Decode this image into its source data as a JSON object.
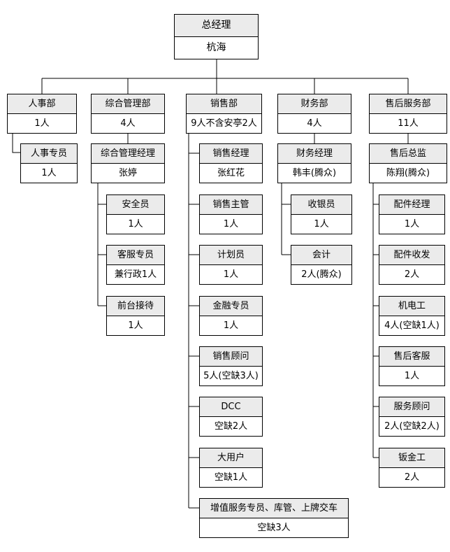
{
  "org": {
    "root": {
      "title": "总经理",
      "value": "杭海"
    },
    "departments": [
      {
        "title": "人事部",
        "value": "1人",
        "children": [
          {
            "title": "人事专员",
            "value": "1人"
          }
        ]
      },
      {
        "title": "综合管理部",
        "value": "4人",
        "children": [
          {
            "title": "综合管理经理",
            "value": "张婷",
            "children": [
              {
                "title": "安全员",
                "value": "1人"
              },
              {
                "title": "客服专员",
                "value": "兼行政1人"
              },
              {
                "title": "前台接待",
                "value": "1人"
              }
            ]
          }
        ]
      },
      {
        "title": "销售部",
        "value": "9人不含安亭2人",
        "children": [
          {
            "title": "销售经理",
            "value": "张红花"
          },
          {
            "title": "销售主管",
            "value": "1人"
          },
          {
            "title": "计划员",
            "value": "1人"
          },
          {
            "title": "金融专员",
            "value": "1人"
          },
          {
            "title": "销售顾问",
            "value": "5人(空缺3人)"
          },
          {
            "title": "DCC",
            "value": "空缺2人"
          },
          {
            "title": "大用户",
            "value": "空缺1人"
          },
          {
            "title": "增值服务专员、库管、上牌交车",
            "value": "空缺3人"
          }
        ]
      },
      {
        "title": "财务部",
        "value": "4人",
        "children": [
          {
            "title": "财务经理",
            "value": "韩丰(腾众)",
            "children": [
              {
                "title": "收银员",
                "value": "1人"
              },
              {
                "title": "会计",
                "value": "2人(腾众)"
              }
            ]
          }
        ]
      },
      {
        "title": "售后服务部",
        "value": "11人",
        "children": [
          {
            "title": "售后总监",
            "value": "陈翔(腾众)",
            "children": [
              {
                "title": "配件经理",
                "value": "1人"
              },
              {
                "title": "配件收发",
                "value": "2人"
              },
              {
                "title": "机电工",
                "value": "4人(空缺1人)"
              },
              {
                "title": "售后客服",
                "value": "1人"
              },
              {
                "title": "服务顾问",
                "value": "2人(空缺2人)"
              },
              {
                "title": "钣金工",
                "value": "2人"
              }
            ]
          }
        ]
      }
    ],
    "colors": {
      "header_bg": "#ebebeb",
      "box_bg": "#ffffff",
      "border": "#000000",
      "text": "#000000"
    }
  }
}
